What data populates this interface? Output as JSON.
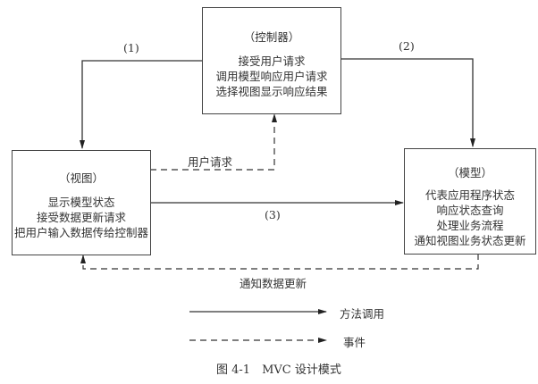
{
  "controller": {
    "title": "（控制器）",
    "lines": [
      "接受用户请求",
      "调用模型响应用户请求",
      "选择视图显示响应结果"
    ]
  },
  "view": {
    "title": "（视图）",
    "lines": [
      "显示模型状态",
      "接受数据更新请求",
      "把用户输入数据传给控制器"
    ]
  },
  "model": {
    "title": "（模型）",
    "lines": [
      "代表应用程序状态",
      "响应状态查询",
      "处理业务流程",
      "通知视图业务状态更新"
    ]
  },
  "edges": {
    "c_to_v": "(1)",
    "c_to_m": "(2)",
    "v_to_m": "(3)",
    "v_to_c": "用户请求",
    "m_to_v": "通知数据更新"
  },
  "legend": {
    "method_call": "方法调用",
    "event": "事件"
  },
  "caption": "图 4-1　MVC 设计模式"
}
